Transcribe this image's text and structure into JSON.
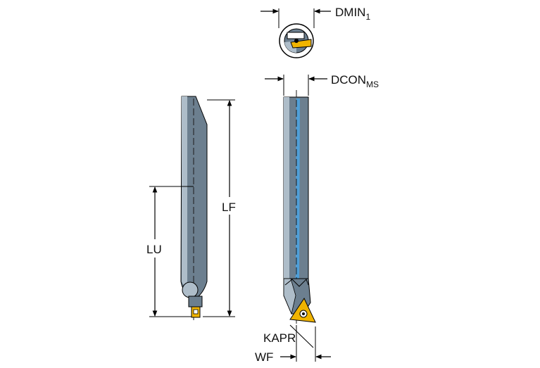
{
  "labels": {
    "dmin": "DMIN",
    "dmin_sub": "1",
    "dcon": "DCON",
    "dcon_sub": "MS",
    "lf": "LF",
    "lu": "LU",
    "kapr": "KAPR",
    "wf": "WF"
  },
  "colors": {
    "shank": "#6c7f8f",
    "shank_light": "#aebdc9",
    "coolant": "#4f9fd8",
    "insert": "#f0b400",
    "line": "#000000"
  }
}
